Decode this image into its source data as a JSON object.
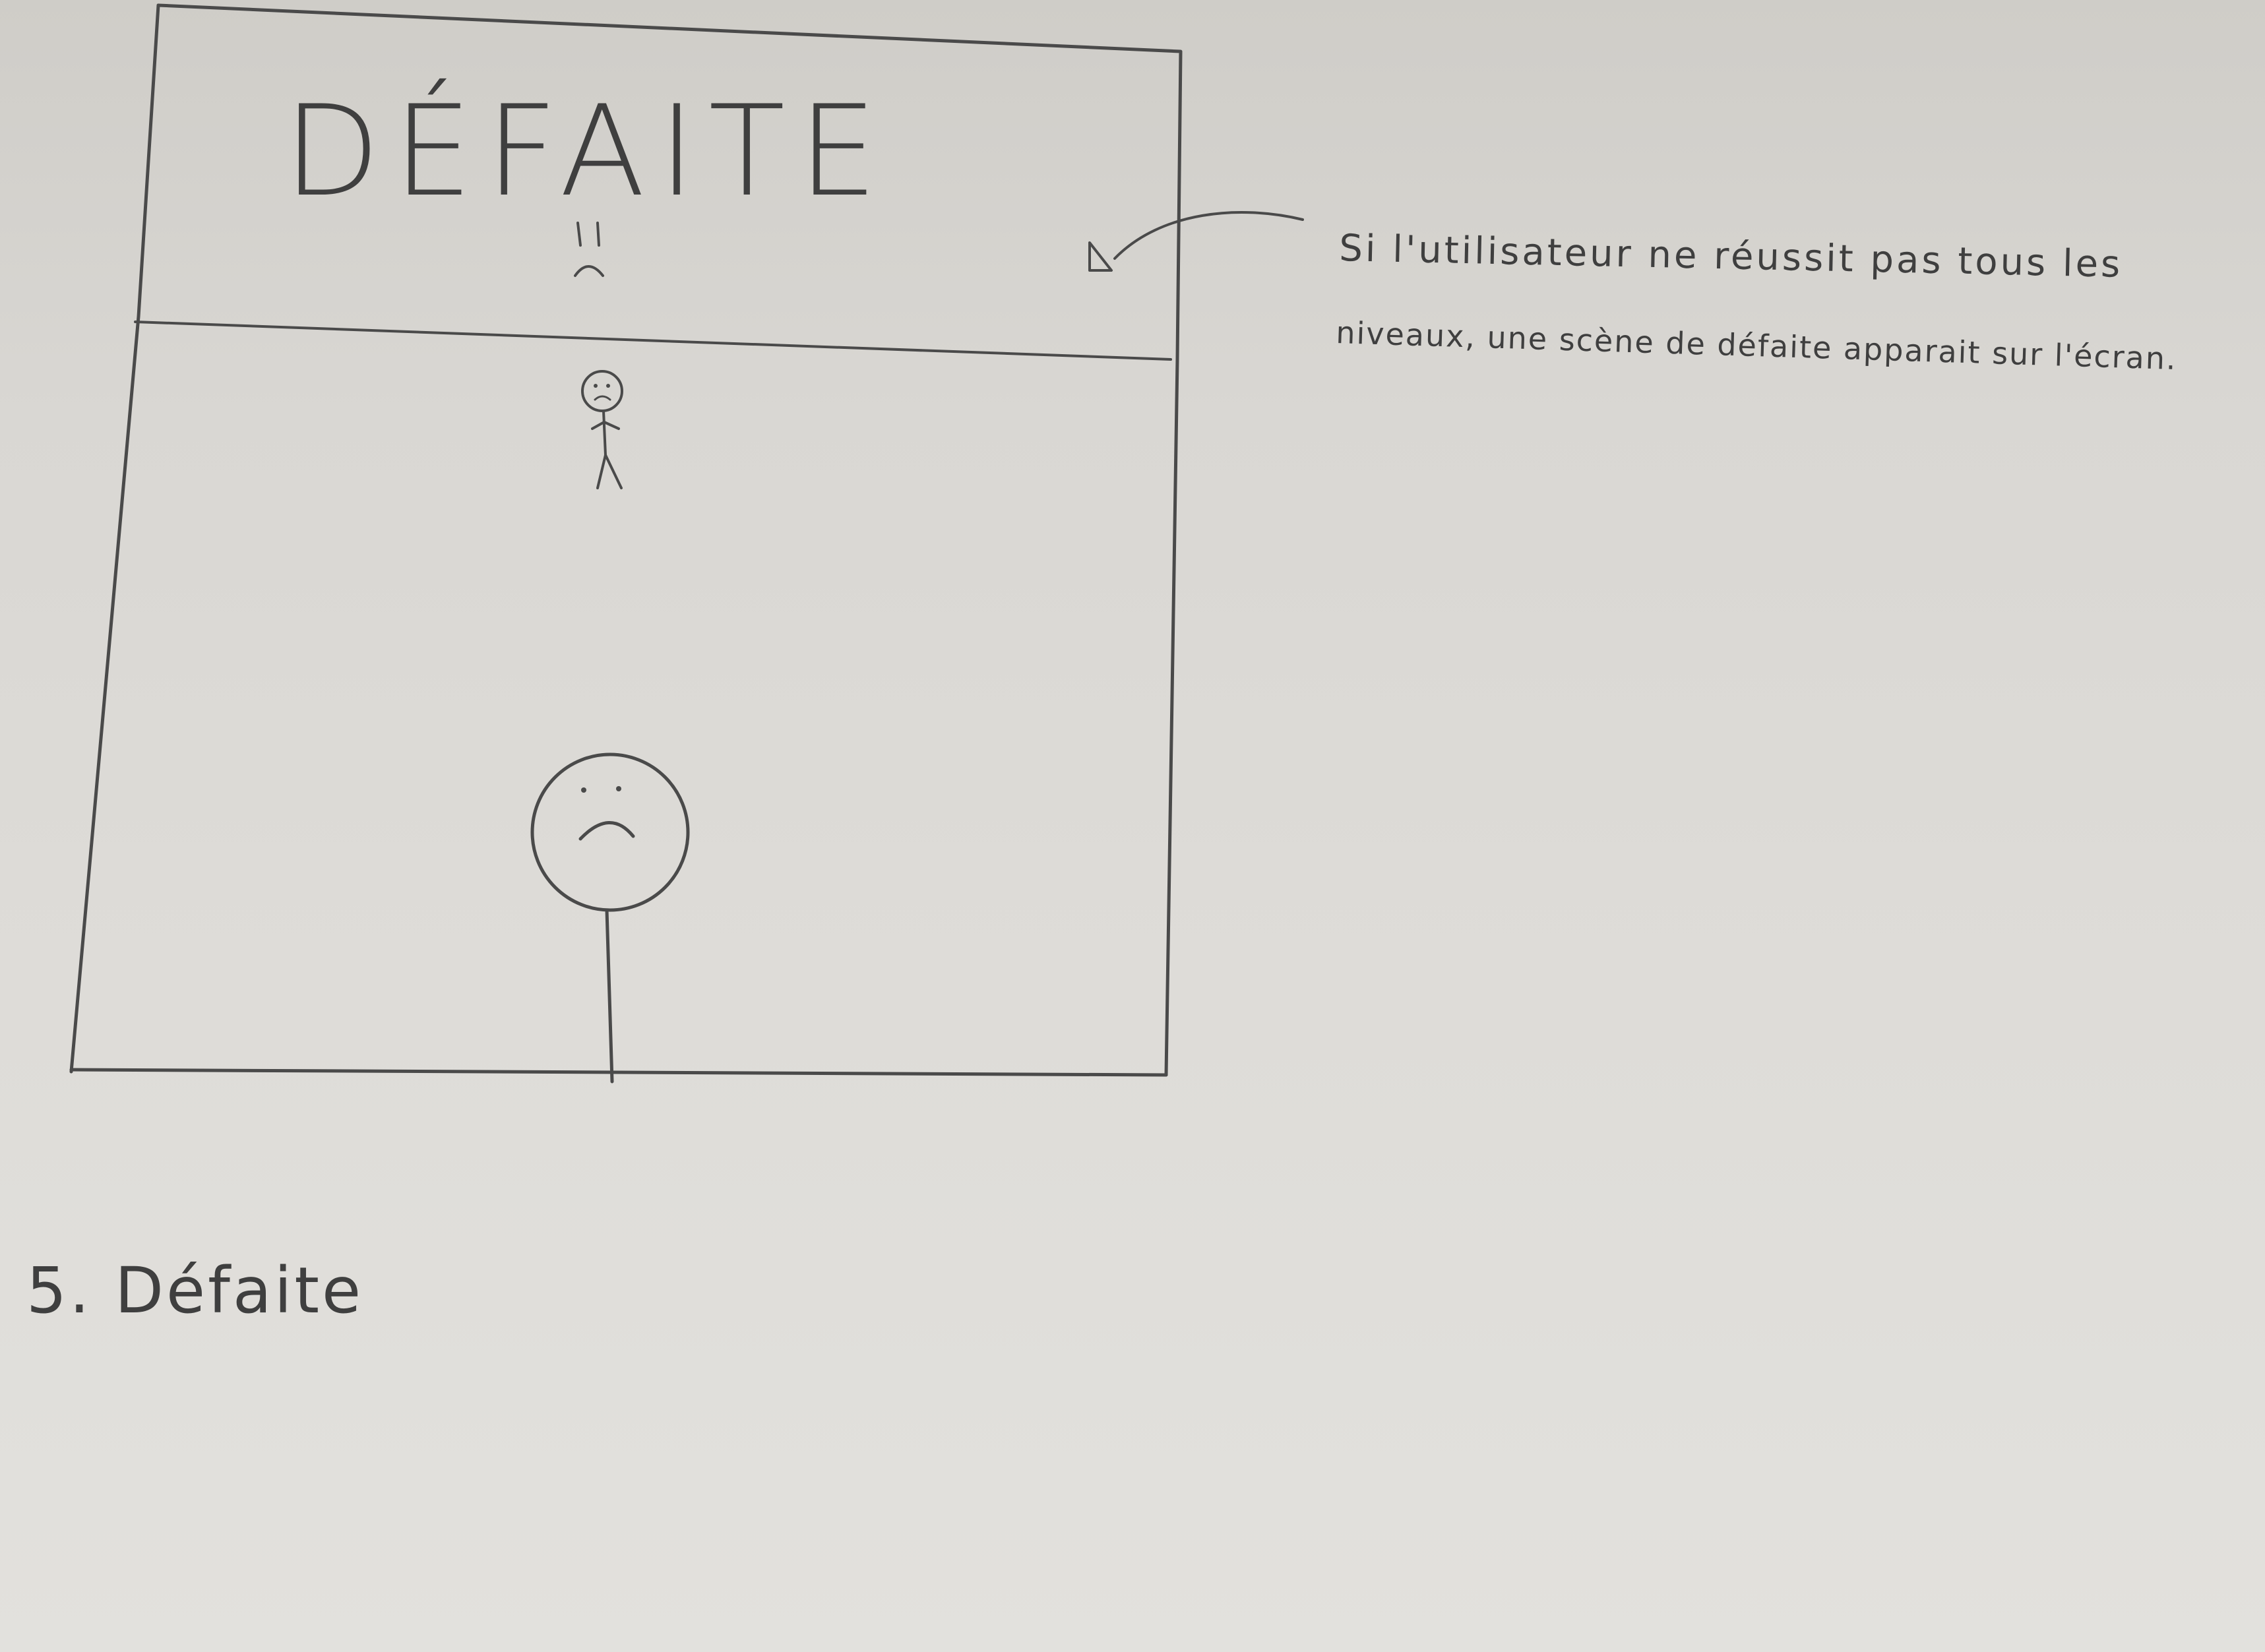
{
  "sketch": {
    "screen_title": "DÉFAITE",
    "annotation_lines": [
      "Si l'utilisateur ne réussit pas tous les",
      "niveaux, une scène de défaite apparait sur l'écran."
    ],
    "caption": "5. Défaite"
  },
  "colors": {
    "paper": "#dcdad6",
    "pencil": "#4a4a4a"
  }
}
